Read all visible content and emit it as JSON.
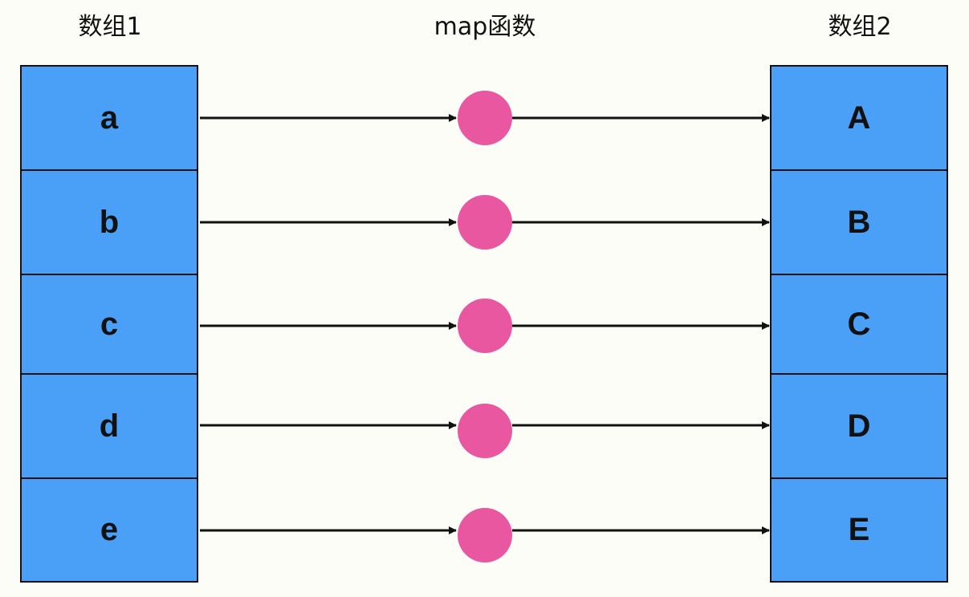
{
  "titles": {
    "left": "数组1",
    "middle": "map函数",
    "right": "数组2"
  },
  "array1": {
    "items": [
      "a",
      "b",
      "c",
      "d",
      "e"
    ]
  },
  "array2": {
    "items": [
      "A",
      "B",
      "C",
      "D",
      "E"
    ]
  },
  "colors": {
    "cell_fill": "#4a9ff7",
    "node_fill": "#ea57a1",
    "stroke": "#111111",
    "background": "#fdfdf8"
  }
}
